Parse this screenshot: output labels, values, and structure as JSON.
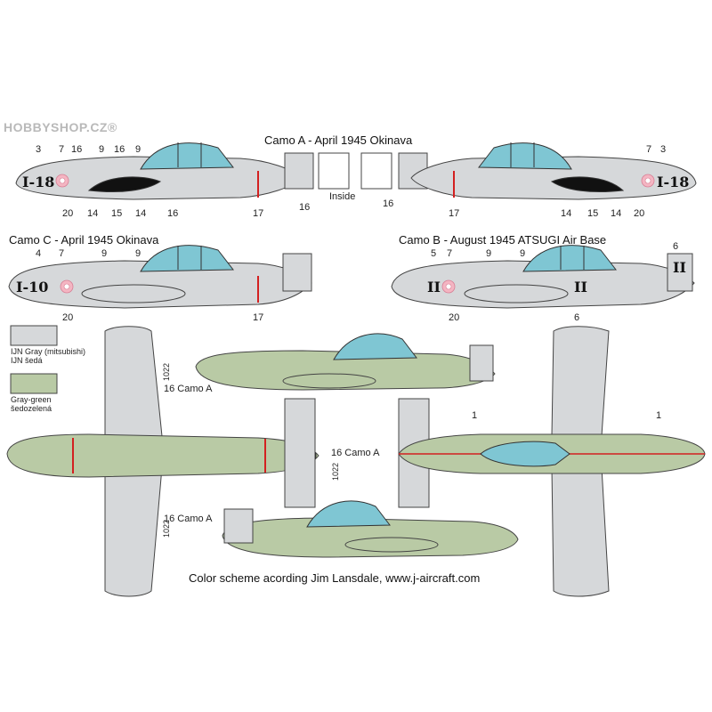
{
  "watermark": "HOBBYSHOP.CZ®",
  "titles": {
    "camo_a": "Camo A - April 1945 Okinava",
    "camo_c": "Camo C - April 1945 Okinava",
    "camo_b": "Camo B - August 1945 ATSUGI Air Base"
  },
  "inside_label": "Inside",
  "aircraft_codes": {
    "a": "I-18",
    "c": "I-10",
    "b": "II"
  },
  "legend": [
    {
      "color": "#d6d8da",
      "line1": "IJN Gray (mitsubishi)",
      "line2": "IJN šedá"
    },
    {
      "color": "#b9caa5",
      "line1": "Gray-green",
      "line2": "šedozelená"
    }
  ],
  "callouts": {
    "n1": "1",
    "n3": "3",
    "n4": "4",
    "n5": "5",
    "n6": "6",
    "n7": "7",
    "n9": "9",
    "n14": "14",
    "n15": "15",
    "n16": "16",
    "n17": "17",
    "n20": "20",
    "camo_a_ref": "16 Camo A",
    "stencil": "1022"
  },
  "footer": "Color scheme acording Jim Lansdale, www.j-aircraft.com",
  "colors": {
    "gray": "#d6d8da",
    "green": "#b9caa5",
    "canopy": "#7fc6d3",
    "hinomaru": "#f4b5c2",
    "red_line": "#d32020"
  }
}
